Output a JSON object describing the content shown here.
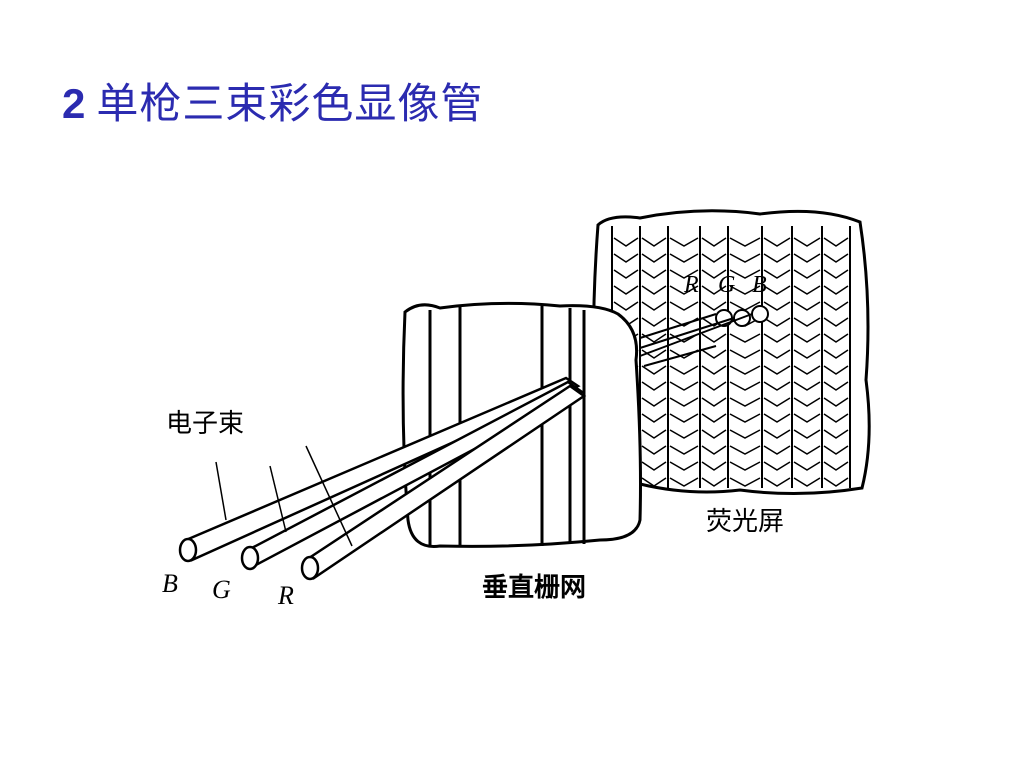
{
  "slide": {
    "number": "2",
    "title": "单枪三束彩色显像管"
  },
  "diagram": {
    "labels": {
      "electron_beam": "电子束",
      "vertical_grille": "垂直栅网",
      "phosphor_screen": "荧光屏"
    },
    "gun_letters": [
      "B",
      "G",
      "R"
    ],
    "screen_letters": [
      "R",
      "G",
      "B"
    ],
    "colors": {
      "title": "#2b2bb0",
      "ink": "#000000"
    }
  }
}
